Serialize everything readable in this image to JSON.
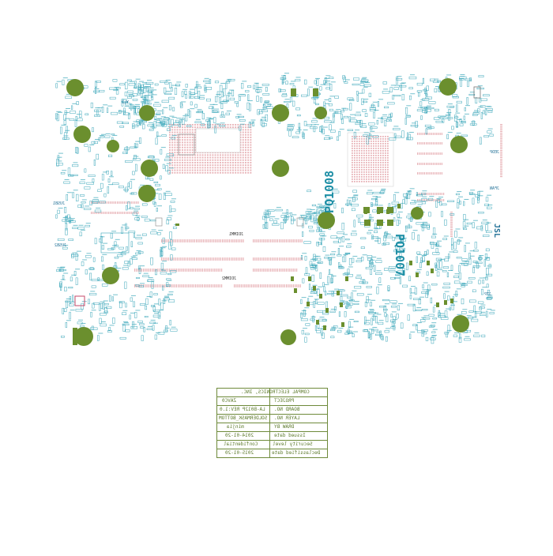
{
  "board_labels": {
    "pq1008": "PQ1008",
    "pq1007": "PQ1007",
    "jdimm1": "JDIMM1",
    "jdimm2": "JDIMM2",
    "jusb1": "JUSB1",
    "jusb2": "JUSB2",
    "jfan": "JFAN",
    "jedp": "JEDP",
    "jtp": "JTP",
    "yl2": "YL2",
    "jsl": "JSL"
  },
  "title_block": {
    "company": "COMPAL ELECTRONICS, INC.",
    "rows": [
      {
        "label": "PROJECT",
        "value": "ZAVC0"
      },
      {
        "label": "BOARD NO.",
        "value": "LA-B012P REV:1.0"
      },
      {
        "label": "LAYER NO.",
        "value": "SOLDERMASK_BOTTOM"
      },
      {
        "label": "DRAW BY",
        "value": "minjia"
      },
      {
        "label": "Issued date",
        "value": "2014-01-20"
      },
      {
        "label": "Security level",
        "value": "Confidential"
      },
      {
        "label": "Declassified date",
        "value": "2015-01-20"
      }
    ]
  },
  "colors": {
    "via_green": "#6b8f2e",
    "pad_pink": "#e8b4b8",
    "silk_teal": "#3aa6b9",
    "label_teal": "#1f8fa6",
    "titleblock_olive": "#6e8a3a"
  }
}
